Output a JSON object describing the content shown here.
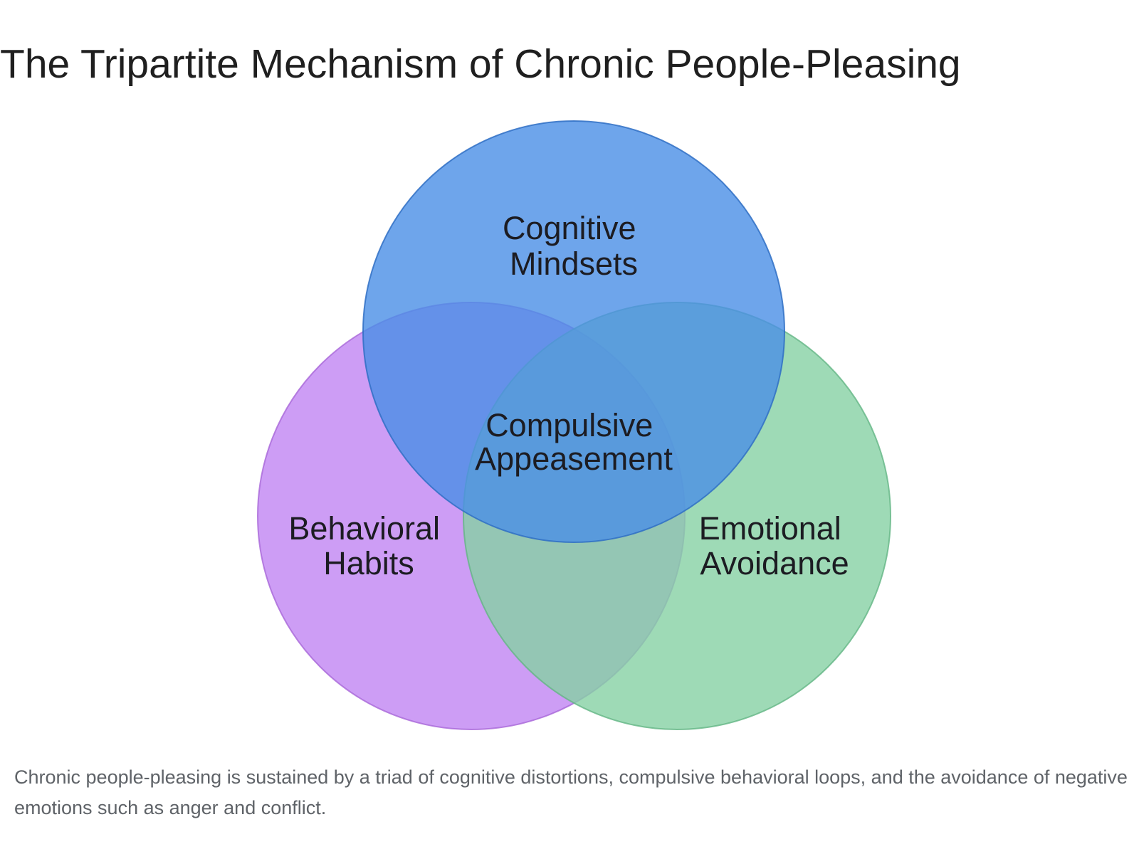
{
  "title": "The Tripartite Mechanism of Chronic People-Pleasing",
  "diagram": {
    "type": "venn-3",
    "circles": [
      {
        "id": "cognitive",
        "label_lines": [
          "Cognitive",
          "Mindsets"
        ],
        "color": "#4a8fe6",
        "stroke": "#2f6fc4"
      },
      {
        "id": "behavioral",
        "label_lines": [
          "Behavioral",
          "Habits"
        ],
        "color": "#c184f2",
        "stroke": "#a866d8"
      },
      {
        "id": "emotional",
        "label_lines": [
          "Emotional",
          "Avoidance"
        ],
        "color": "#86d1a4",
        "stroke": "#63b584"
      }
    ],
    "center_label_lines": [
      "Compulsive",
      "Appeasement"
    ]
  },
  "caption": "Chronic people-pleasing is sustained by a triad of cognitive distortions, compulsive behavioral loops, and the avoidance of negative emotions such as anger and conflict."
}
